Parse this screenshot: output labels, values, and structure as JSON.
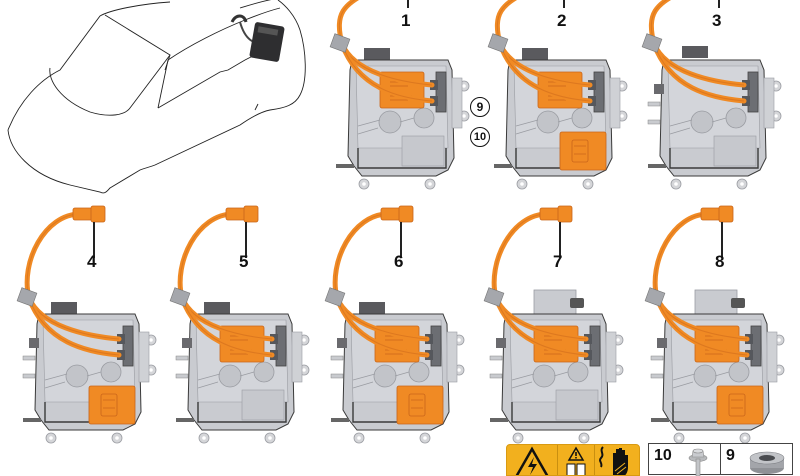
{
  "diagram": {
    "title": "High-voltage charging unit / convenience charging electronics - parts diagram",
    "colors": {
      "cable_orange": "#f08a24",
      "cable_orange_dark": "#c9651a",
      "housing_gray": "#c9cbd0",
      "housing_gray_dark": "#9a9ca2",
      "outline": "#3a3a3a",
      "warning_yellow": "#f2b01e",
      "background": "#ffffff"
    },
    "overview": {
      "label": "vehicle-location-overview",
      "description": "Car outline with component location highlighted"
    },
    "parts": [
      {
        "number": "1",
        "has_top_cover": true,
        "has_bottom_cover": false,
        "has_connector_plug": false
      },
      {
        "number": "2",
        "has_top_cover": true,
        "has_bottom_cover": true,
        "has_connector_plug": false
      },
      {
        "number": "3",
        "has_top_cover": false,
        "has_bottom_cover": false,
        "has_connector_plug": false
      },
      {
        "number": "4",
        "has_top_cover": false,
        "has_bottom_cover": true,
        "has_connector_plug": true
      },
      {
        "number": "5",
        "has_top_cover": true,
        "has_bottom_cover": false,
        "has_connector_plug": true
      },
      {
        "number": "6",
        "has_top_cover": true,
        "has_bottom_cover": true,
        "has_connector_plug": true
      },
      {
        "number": "7",
        "has_top_cover": true,
        "has_bottom_cover": false,
        "has_connector_plug": true
      },
      {
        "number": "8",
        "has_top_cover": true,
        "has_bottom_cover": true,
        "has_connector_plug": true
      }
    ],
    "circled_callouts": [
      "9",
      "10"
    ],
    "small_parts": [
      {
        "number": "10",
        "icon": "bolt-icon"
      },
      {
        "number": "9",
        "icon": "grommet-icon"
      }
    ],
    "warning_label": {
      "icons": [
        "high-voltage-warning-icon",
        "read-manual-warning-icon",
        "no-touch-hand-icon"
      ]
    }
  }
}
